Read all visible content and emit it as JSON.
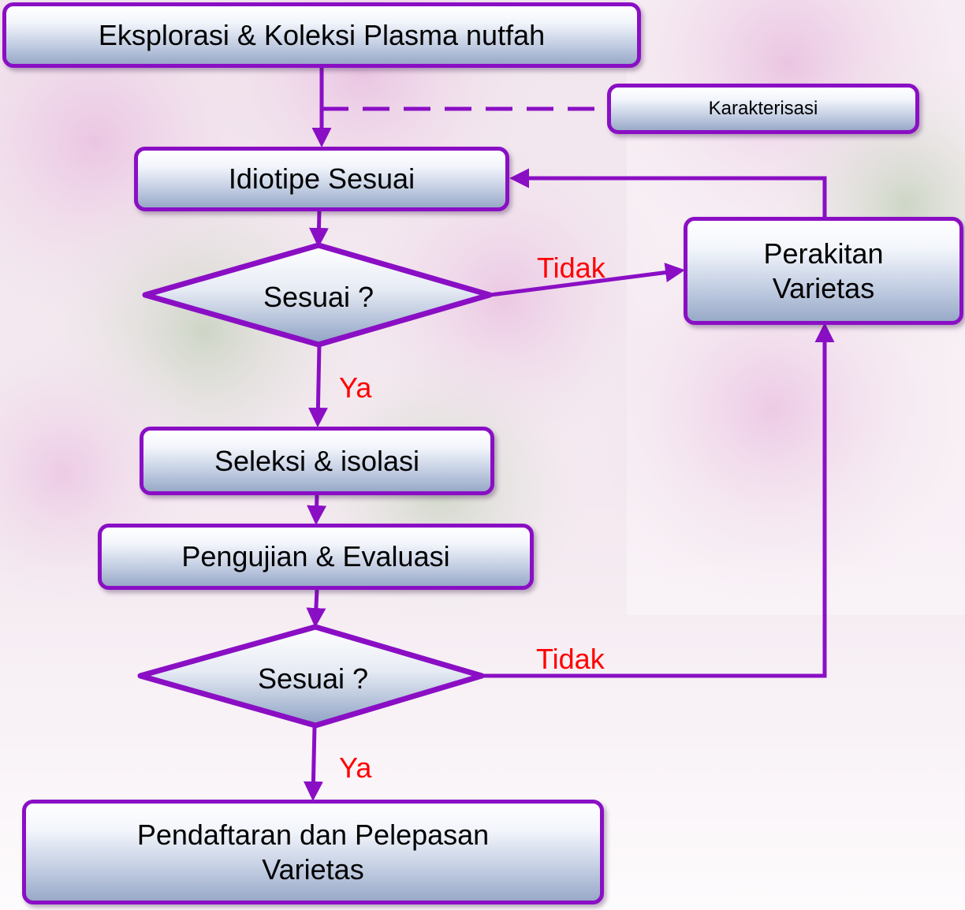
{
  "boxes": {
    "eksplorasi": "Eksplorasi & Koleksi Plasma nutfah",
    "karakterisasi": "Karakterisasi",
    "idiotipe": "Idiotipe Sesuai",
    "perakitan": "Perakitan\nVarietas",
    "seleksi": "Seleksi & isolasi",
    "pengujian": "Pengujian & Evaluasi",
    "pendaftaran": "Pendaftaran dan Pelepasan\nVarietas"
  },
  "decisions": {
    "first": "Sesuai ?",
    "second": "Sesuai ?"
  },
  "branch_labels": {
    "first_no": "Tidak",
    "first_yes": "Ya",
    "second_no": "Tidak",
    "second_yes": "Ya"
  },
  "colors": {
    "node_border": "#8a0fc4",
    "connector": "#8a0fc4",
    "branch_text": "#ff0000"
  }
}
